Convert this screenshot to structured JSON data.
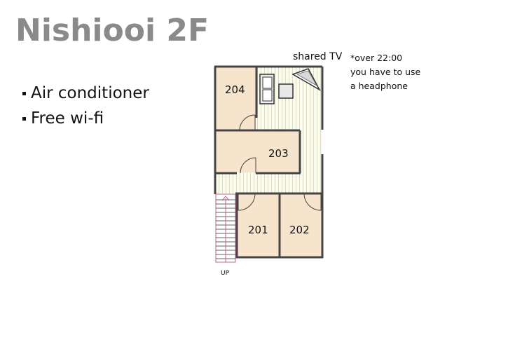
{
  "header": {
    "title": "Nishiooi 2F"
  },
  "features": [
    {
      "label": "Air conditioner"
    },
    {
      "label": "Free wi-fi"
    }
  ],
  "floorplan": {
    "shared_tv_label": "shared TV",
    "tv_note_lines": [
      "*over 22:00",
      "you have to use",
      "a headphone"
    ],
    "rooms": {
      "r204": "204",
      "r203": "203",
      "r201": "201",
      "r202": "202"
    },
    "stairs_label": "UP",
    "colors": {
      "room_fill": "#f7e4cc",
      "wall": "#454545",
      "corridor_stripe": "#e4e4cc",
      "stair_line": "#c0608a"
    }
  }
}
